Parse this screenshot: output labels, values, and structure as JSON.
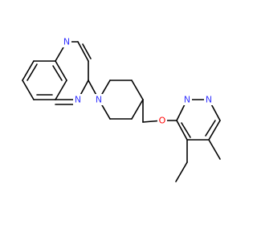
{
  "structure": {
    "atom_labels": {
      "n_quinox_top": "N",
      "n_quinox_bottom": "N",
      "n_piperidine": "N",
      "o_ether": "O",
      "n_pyridazine_1": "N",
      "n_pyridazine_2": "N"
    },
    "colors": {
      "bond": "#000000",
      "nitrogen": "#3333ff",
      "oxygen": "#ff0000",
      "background": "#ffffff"
    }
  }
}
